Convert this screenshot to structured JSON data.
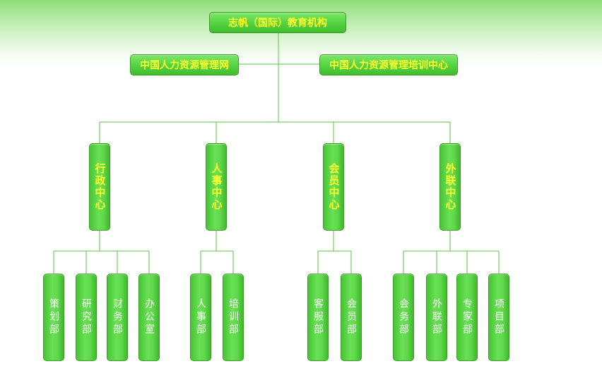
{
  "root": "志帆（国际）教育机构",
  "side_left": "中国人力资源管理网",
  "side_right": "中国人力资源管理培训中心",
  "centers": [
    {
      "name": "行政中心",
      "departments": [
        "策划部",
        "研究部",
        "财务部",
        "办公室"
      ]
    },
    {
      "name": "人事中心",
      "departments": [
        "人事部",
        "培训部"
      ]
    },
    {
      "name": "会员中心",
      "departments": [
        "客服部",
        "会员部"
      ]
    },
    {
      "name": "外联中心",
      "departments": [
        "会务部",
        "外联部",
        "专家部",
        "项目部"
      ]
    }
  ],
  "colors": {
    "box": "#5bd647",
    "box_border": "#3f9c2a",
    "title_text": "#ffff2e",
    "dept_text": "#ffffff",
    "line": "#5cc24a"
  }
}
